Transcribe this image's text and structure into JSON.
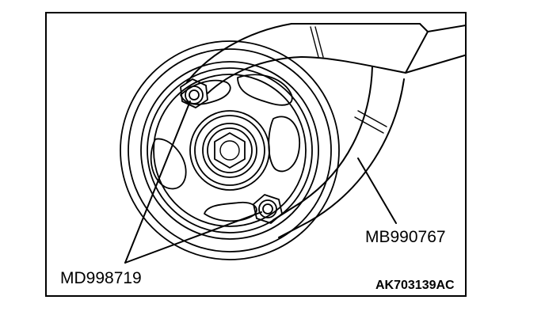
{
  "figure": {
    "labels": {
      "bolt_tool": "MD998719",
      "holder_tool": "MB990767",
      "figure_code": "AK703139AC"
    }
  },
  "colors": {
    "line": "#000000",
    "background": "#ffffff"
  }
}
